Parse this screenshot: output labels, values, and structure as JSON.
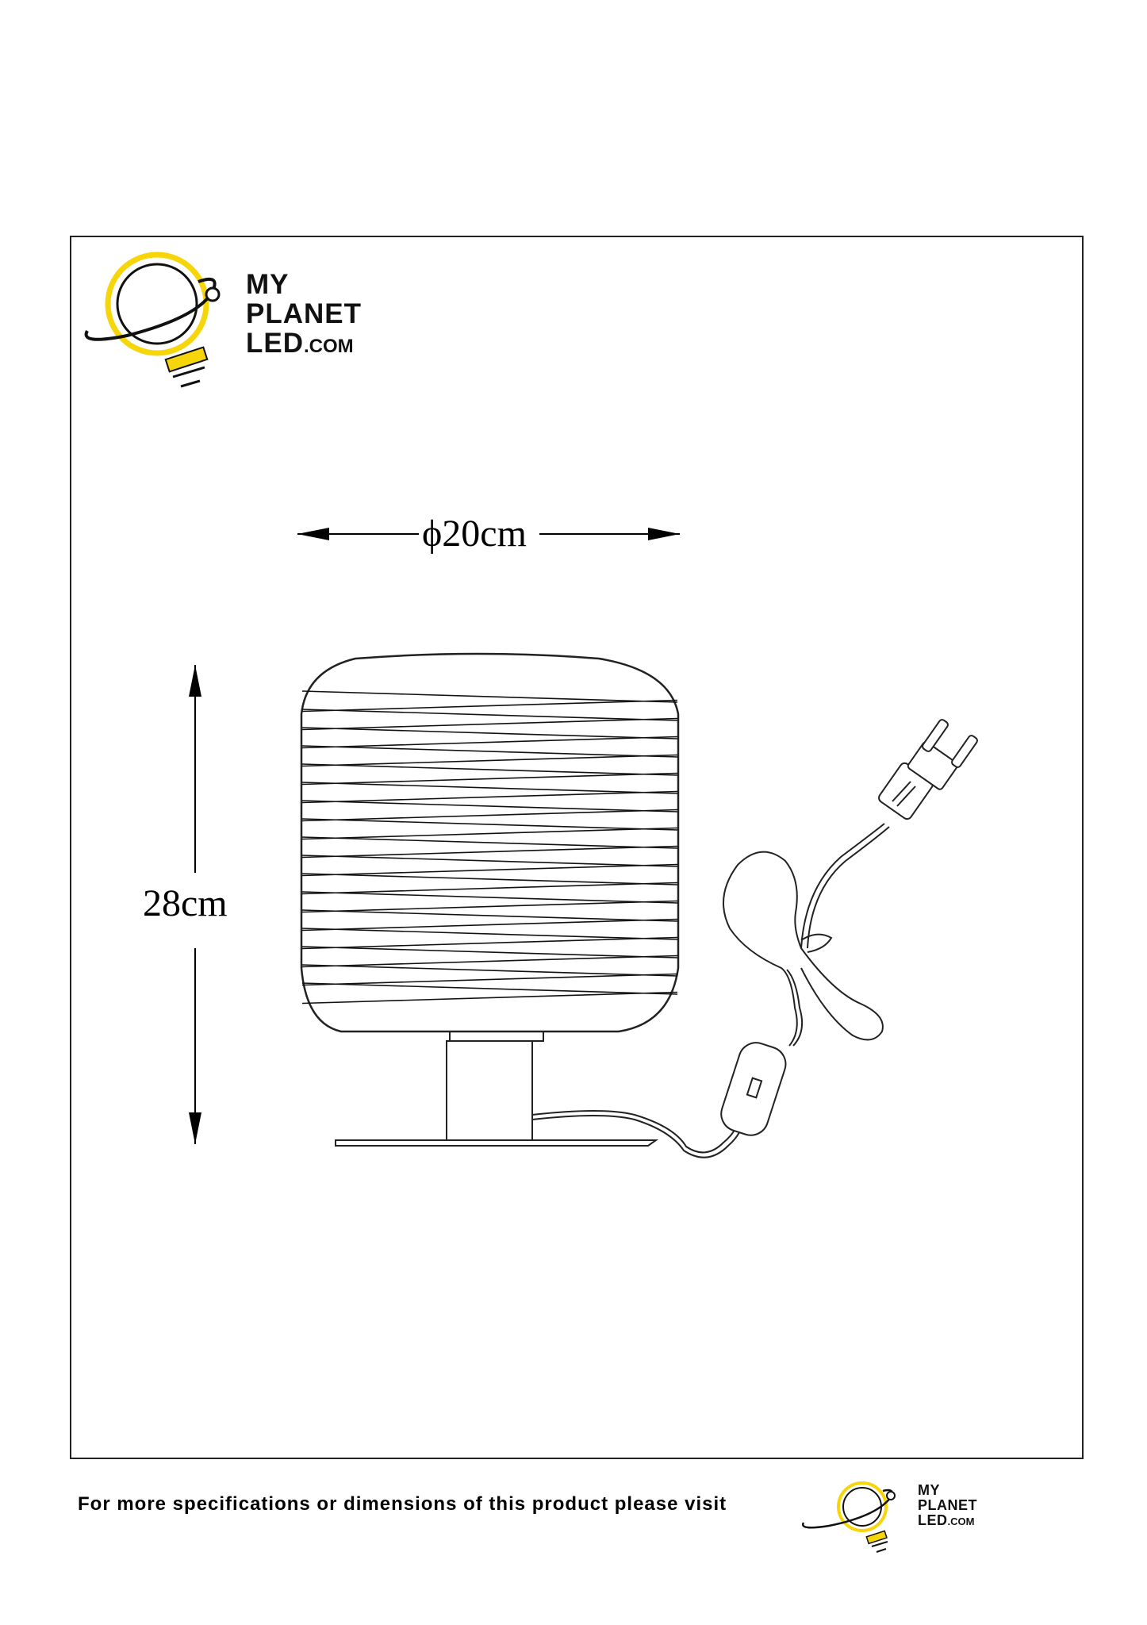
{
  "logo": {
    "line1": "MY",
    "line2": "PLANET",
    "line3_main": "LED",
    "line3_suffix": ".COM",
    "brand_color": "#F6D60A"
  },
  "dimensions": {
    "diameter": "ϕ20cm",
    "height": "28cm"
  },
  "footer": {
    "text": "For more specifications or dimensions of this product please visit"
  }
}
